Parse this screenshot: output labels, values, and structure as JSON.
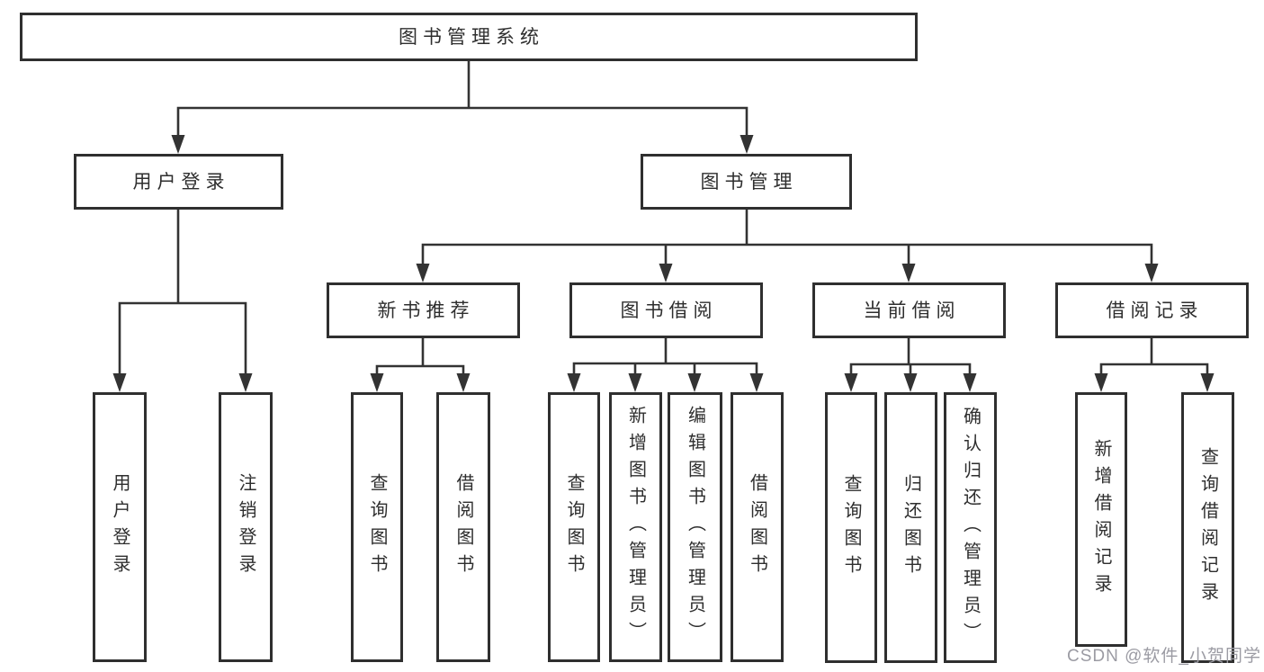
{
  "diagram": {
    "root": "图书管理系统",
    "level2": {
      "user_login": "用户登录",
      "book_mgmt": "图书管理"
    },
    "user_login_children": {
      "login": "用户登录",
      "logout": "注销登录"
    },
    "level3": {
      "new_book_rec": "新书推荐",
      "book_borrow": "图书借阅",
      "current_borrow": "当前借阅",
      "borrow_record": "借阅记录"
    },
    "new_book_rec_children": {
      "query": "查询图书",
      "borrow": "借阅图书"
    },
    "book_borrow_children": {
      "query": "查询图书",
      "add": "新增图书（管理员）",
      "edit": "编辑图书（管理员）",
      "borrow": "借阅图书"
    },
    "current_borrow_children": {
      "query": "查询图书",
      "return": "归还图书",
      "confirm": "确认归还（管理员）"
    },
    "borrow_record_children": {
      "add": "新增借阅记录",
      "query": "查询借阅记录"
    },
    "colors": {
      "line": "#333333",
      "box_border": "#2f2f2f",
      "box_fill": "#ffffff",
      "text": "#2e2e2e",
      "watermark": "#9b9ba3",
      "background": "#ffffff"
    },
    "watermark": "CSDN @软件_小贺同学"
  }
}
